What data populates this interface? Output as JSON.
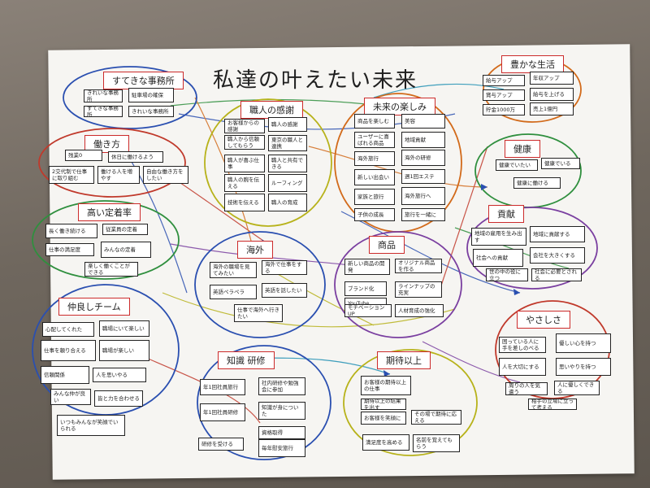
{
  "poster": {
    "title": "私達の叶えたい未来",
    "themes": [
      {
        "label": "すてきな事務所",
        "notes": [
          "きれいな事務所",
          "駐車場の確保",
          "すてきな事務所",
          "きれいな事務所"
        ]
      },
      {
        "label": "働き方",
        "notes": [
          "残業0",
          "休日に働けるよう",
          "2交代制で仕事に取り組む",
          "働ける人を増やす",
          "自由な働き方をしたい"
        ]
      },
      {
        "label": "高い定着率",
        "notes": [
          "長く働き続ける",
          "従業員の定着",
          "仕事の満足度",
          "みんなの定着",
          "楽しく働くことができる"
        ]
      },
      {
        "label": "仲良しチーム",
        "notes": [
          "心配してくれた",
          "職場にいて楽しい",
          "仕事を頼り合える",
          "職場が楽しい",
          "信頼関係",
          "人を思いやる",
          "みんな仲が良い",
          "皆と力を合わせる",
          "いつもみんなが笑顔でいられる"
        ]
      },
      {
        "label": "職人の感謝",
        "notes": [
          "お客様からの感謝",
          "職人の感謝",
          "職人から信頼してもらう",
          "東京の職人と連携",
          "職人が喜ぶ仕事",
          "職人と共有できる",
          "職人の腕を伝える",
          "ルーフィング",
          "技術を伝える",
          "職人の育成"
        ]
      },
      {
        "label": "未来の楽しみ",
        "notes": [
          "商品を楽しむ",
          "美容",
          "ユーザーに喜ばれる商品",
          "地域貢献",
          "海外旅行",
          "海外の研修",
          "新しい出会い",
          "週1回エステ",
          "家族と旅行",
          "海外旅行へ",
          "子供の成長",
          "旅行を一緒に"
        ]
      },
      {
        "label": "豊かな生活",
        "notes": [
          "給与アップ",
          "年収アップ",
          "賞与アップ",
          "給与を上げる",
          "貯金1000万",
          "売上1億円"
        ]
      },
      {
        "label": "健康",
        "notes": [
          "健康でいたい",
          "健康でいる",
          "健康に働ける"
        ]
      },
      {
        "label": "貢献",
        "notes": [
          "地域の雇用を生み出す",
          "地域に貢献する",
          "社会への貢献",
          "会社を大きくする",
          "世の中の役に立つ",
          "社会に必要とされる"
        ]
      },
      {
        "label": "海外",
        "notes": [
          "海外の職場を見てみたい",
          "海外で仕事をする",
          "英語ペラペラ",
          "英語を話したい",
          "仕事で海外へ行きたい"
        ]
      },
      {
        "label": "商品",
        "notes": [
          "新しい商品の開発",
          "オリジナル商品を作る",
          "ブランド化",
          "YouTube",
          "ラインナップの充実",
          "モチベーションUP",
          "人材育成の強化"
        ]
      },
      {
        "label": "やさしさ",
        "notes": [
          "困っている人に手を差しのべる",
          "優しい心を持つ",
          "人を大切にする",
          "思いやりを持つ",
          "周りの人を気遣う",
          "人に優しくできる",
          "相手の立場に立って考える"
        ]
      },
      {
        "label": "知識 研修",
        "notes": [
          "年1回社員旅行",
          "社内研修や勉強会に参加",
          "年1回社員研修",
          "知識が身についた",
          "研修を受ける",
          "資格取得",
          "毎年慰安旅行"
        ]
      },
      {
        "label": "期待以上",
        "notes": [
          "お客様の期待以上の仕事",
          "期待以上の結果を出す",
          "お客様を笑顔に",
          "その場で期待に応える",
          "満足度を高める",
          "名前を覚えてもらう"
        ]
      }
    ]
  },
  "colors": {
    "label_border": "#cc2b2b",
    "cluster_colors": [
      "#2a4fb0",
      "#c0392b",
      "#2f8f3e",
      "#b7b21a",
      "#7a3fa0",
      "#d26a1a",
      "#1f8fb3"
    ]
  }
}
